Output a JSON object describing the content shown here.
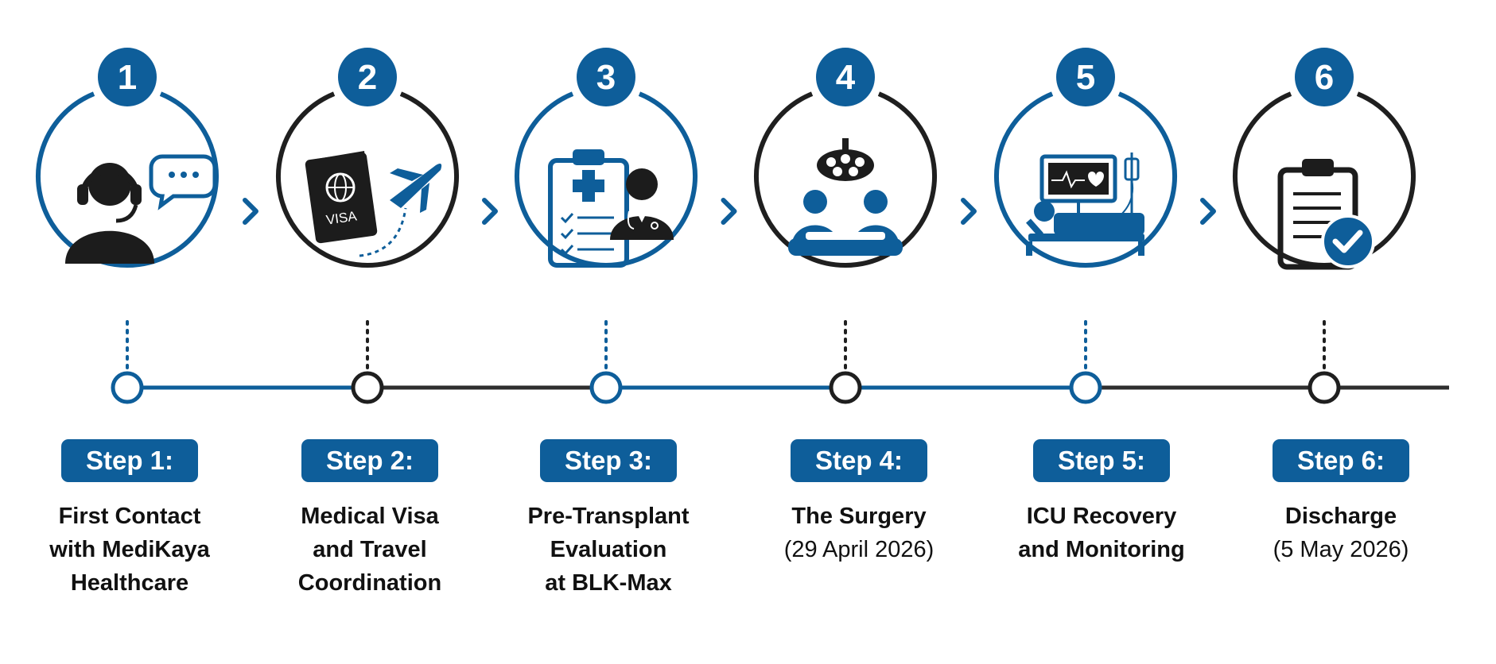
{
  "colors": {
    "blue": "#0e5e9a",
    "dark": "#1f1f1f",
    "icon_dark": "#1c1c1c",
    "line_gray": "#3a3a3a"
  },
  "steps": [
    {
      "number": "1",
      "ring": "blue",
      "icon": "customer-support-headset-icon",
      "label": "Step 1:",
      "lines": [
        "First Contact",
        "with MediKaya",
        "Healthcare"
      ],
      "line_weights": [
        "bold",
        "bold",
        "bold"
      ]
    },
    {
      "number": "2",
      "ring": "dark",
      "icon": "passport-visa-airplane-icon",
      "label": "Step 2:",
      "icon_text": "VISA",
      "lines": [
        "Medical Visa",
        "and Travel",
        "Coordination"
      ],
      "line_weights": [
        "bold",
        "bold",
        "bold"
      ]
    },
    {
      "number": "3",
      "ring": "blue",
      "icon": "clipboard-doctor-icon",
      "label": "Step 3:",
      "lines": [
        "Pre-Transplant",
        "Evaluation",
        "at BLK-Max"
      ],
      "line_weights": [
        "bold",
        "bold",
        "bold"
      ]
    },
    {
      "number": "4",
      "ring": "dark",
      "icon": "surgery-team-icon",
      "label": "Step 4:",
      "lines": [
        "The Surgery",
        "(29 April 2026)"
      ],
      "line_weights": [
        "bold",
        "normal"
      ]
    },
    {
      "number": "5",
      "ring": "blue",
      "icon": "icu-bed-monitor-icon",
      "label": "Step 5:",
      "lines": [
        "ICU Recovery",
        "and Monitoring"
      ],
      "line_weights": [
        "bold",
        "bold"
      ]
    },
    {
      "number": "6",
      "ring": "dark",
      "icon": "clipboard-checkmark-icon",
      "label": "Step 6:",
      "lines": [
        "Discharge",
        "(5 May 2026)"
      ],
      "line_weights": [
        "bold",
        "normal"
      ]
    }
  ],
  "arrow_icon": "chevron-right-icon"
}
